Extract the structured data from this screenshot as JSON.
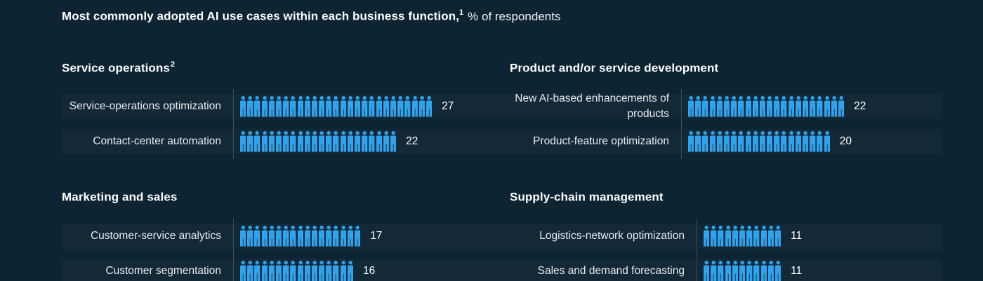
{
  "title": {
    "bold": "Most commonly adopted AI use cases within each business function,",
    "superscript": "1",
    "regular": "% of respondents"
  },
  "colors": {
    "background": "#0D2433",
    "icon_blue": "#2EA3EE",
    "divider": "#3E4E5C",
    "text": "#FFFFFF",
    "label_text": "#E9EBEC"
  },
  "chart_data": {
    "type": "bar",
    "subtype": "pictogram",
    "unit": "% of respondents",
    "icon": "person-icon",
    "icon_unit_value": 1,
    "legend": "none",
    "grid": false,
    "sections": [
      {
        "title": "Service operations",
        "superscript": "2",
        "rows": [
          {
            "label": "Service-operations optimization",
            "value": 27
          },
          {
            "label": "Contact-center automation",
            "value": 22
          }
        ]
      },
      {
        "title": "Product and/or service development",
        "superscript": "",
        "rows": [
          {
            "label": "New AI-based enhancements of products",
            "value": 22
          },
          {
            "label": "Product-feature optimization",
            "value": 20
          }
        ]
      },
      {
        "title": "Marketing and sales",
        "superscript": "",
        "rows": [
          {
            "label": "Customer-service analytics",
            "value": 17
          },
          {
            "label": "Customer segmentation",
            "value": 16
          }
        ]
      },
      {
        "title": "Supply-chain management",
        "superscript": "",
        "rows": [
          {
            "label": "Logistics-network optimization",
            "value": 11
          },
          {
            "label": "Sales and demand forecasting",
            "value": 11
          }
        ]
      }
    ]
  }
}
